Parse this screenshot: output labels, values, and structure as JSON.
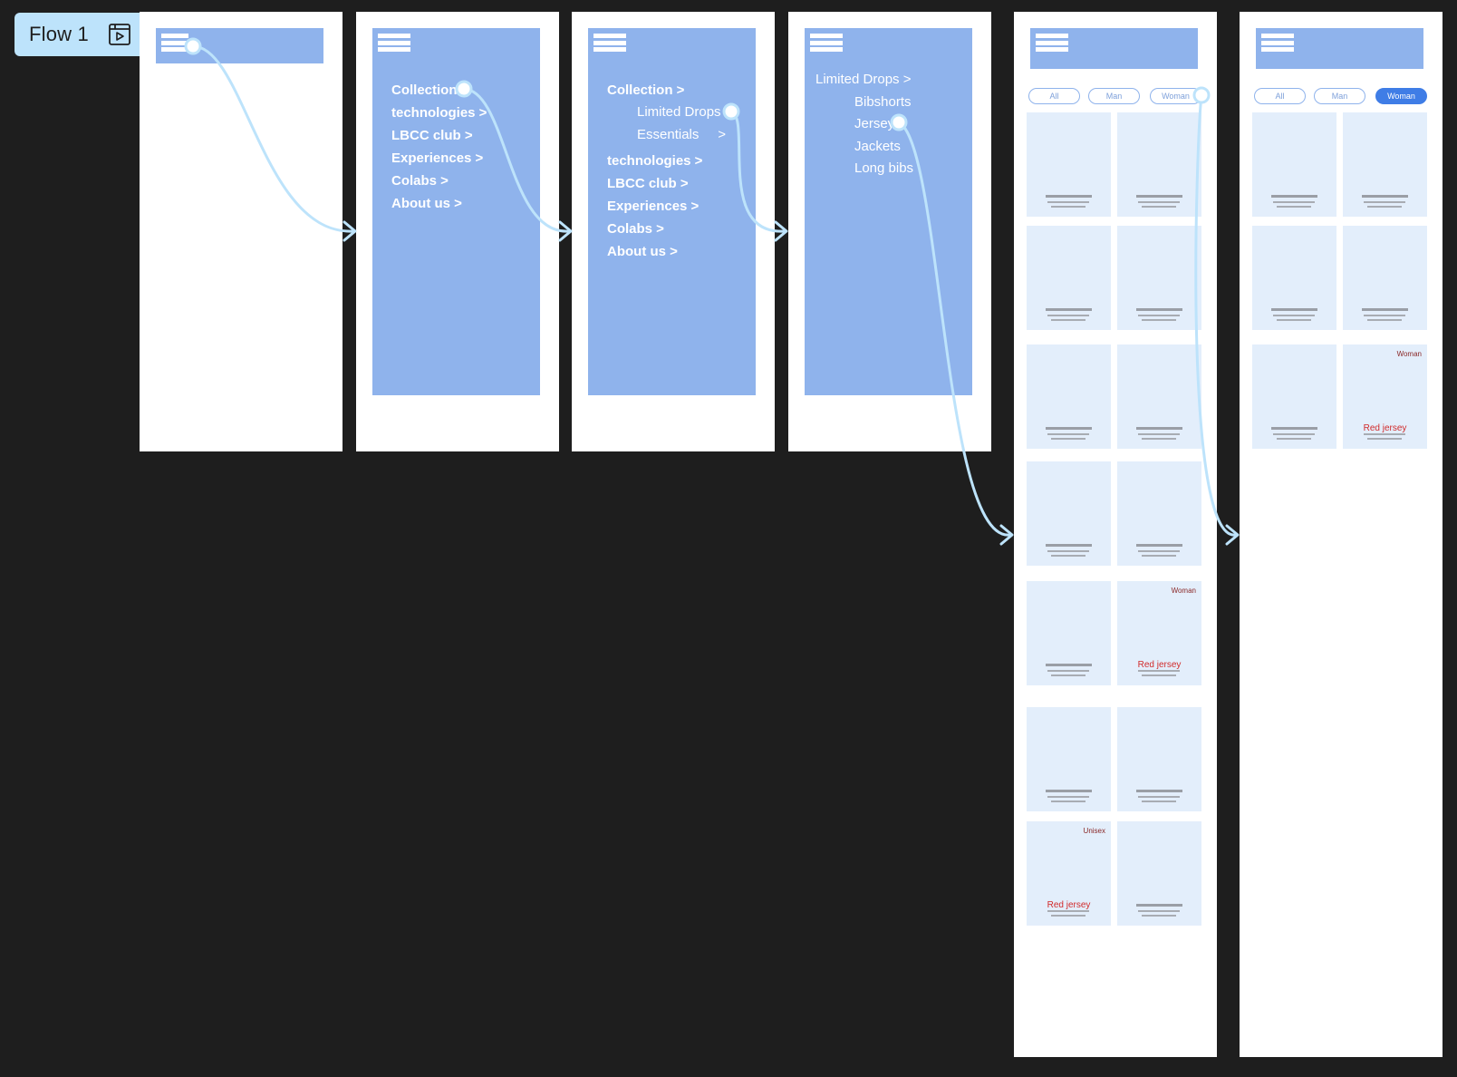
{
  "flow": {
    "label": "Flow 1",
    "icon": "play-frame-icon"
  },
  "colors": {
    "canvas": "#1e1e1e",
    "frame": "#ffffff",
    "panel": "#8fb3ec",
    "connector": "#bde3fb",
    "active_pill": "#3f7de6",
    "card": "#e3eefb",
    "accent_text": "#d12a2a"
  },
  "screen2": {
    "menu": [
      "Collection",
      "technologies >",
      "LBCC club >",
      "Experiences >",
      "Colabs >",
      "About us >"
    ]
  },
  "screen3": {
    "menu_top": "Collection >",
    "submenu": [
      "Limited Drops",
      "Essentials     >"
    ],
    "menu_rest": [
      "technologies >",
      "LBCC club >",
      "Experiences >",
      "Colabs >",
      "About us >"
    ]
  },
  "screen4": {
    "heading": "Limited Drops >",
    "submenu": [
      "Bibshorts",
      "Jersey",
      "Jackets",
      "Long bibs"
    ]
  },
  "screen5": {
    "filters": [
      "All",
      "Man",
      "Woman"
    ],
    "cards": [
      {},
      {},
      {},
      {},
      {},
      {},
      {},
      {},
      {},
      {
        "tag": "Woman",
        "title": "Red jersey"
      },
      {},
      {},
      {
        "tag": "Unisex",
        "title": "Red jersey"
      },
      {}
    ]
  },
  "screen6": {
    "filters": [
      "All",
      "Man",
      "Woman"
    ],
    "active_filter": "Woman",
    "cards": [
      {},
      {},
      {},
      {},
      {},
      {
        "tag": "Woman",
        "title": "Red jersey"
      }
    ]
  }
}
